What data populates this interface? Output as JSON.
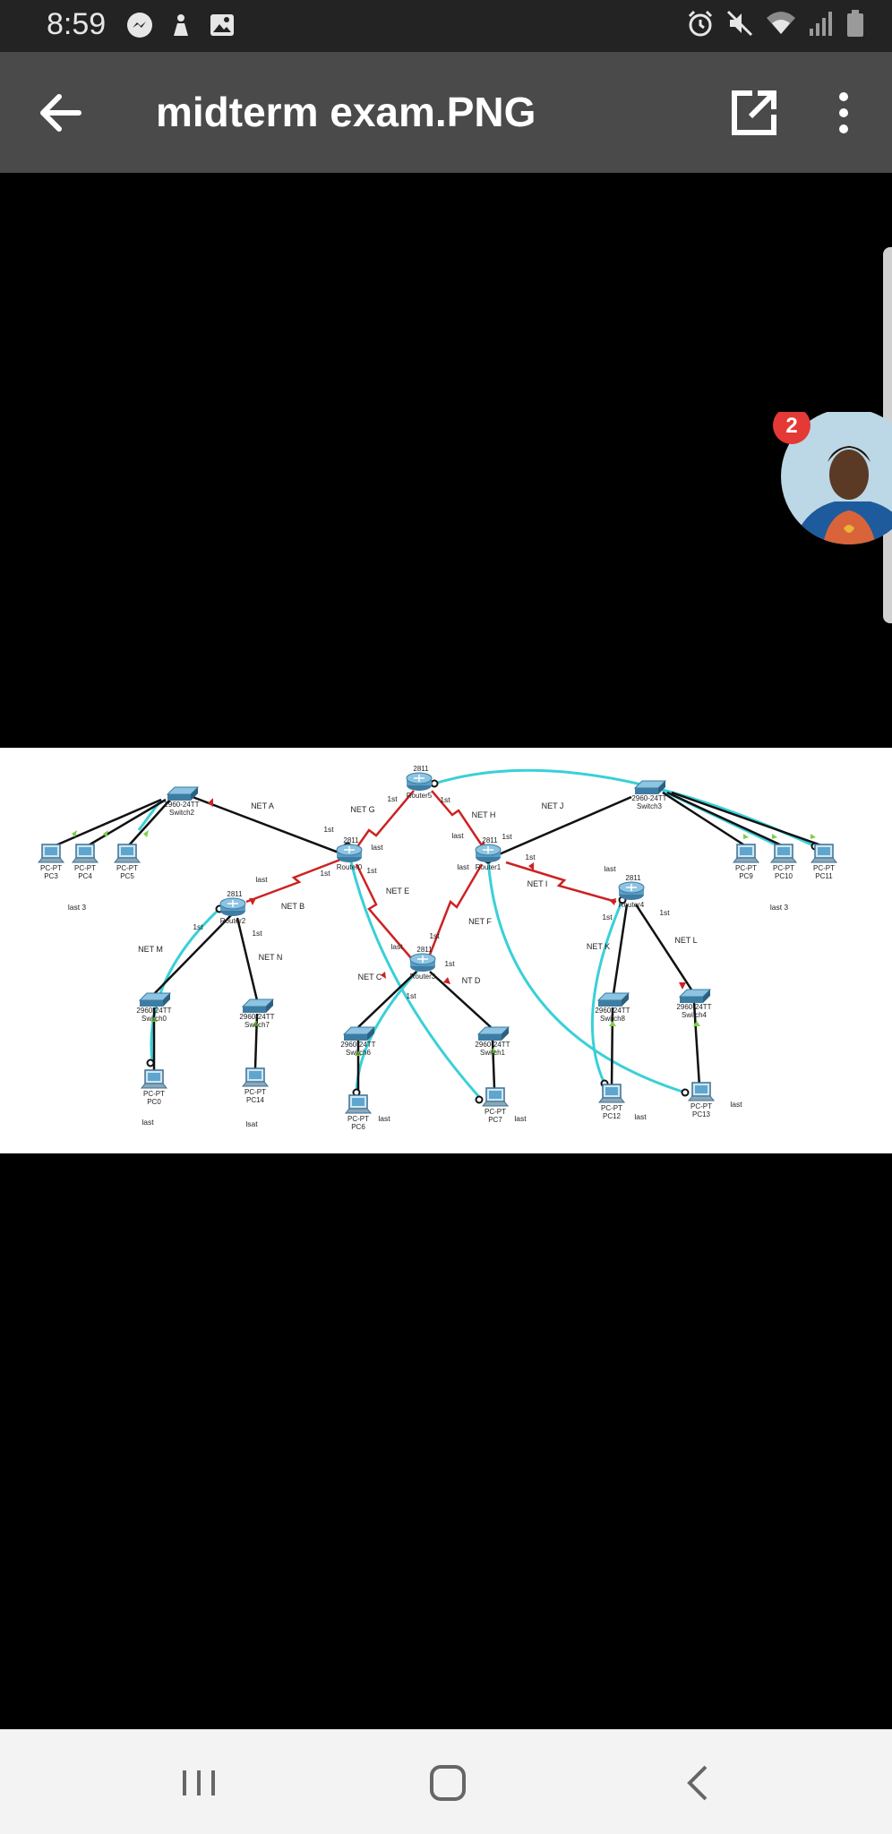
{
  "status_bar": {
    "time": "8:59",
    "left_icons": [
      "messenger-icon",
      "app-icon",
      "gallery-icon"
    ],
    "right_icons": [
      "alarm-icon",
      "mute-icon",
      "wifi-icon",
      "signal-icon",
      "battery-icon"
    ]
  },
  "app_bar": {
    "title": "midterm exam.PNG",
    "back_icon": "arrow-left-icon",
    "open_icon": "open-external-icon",
    "more_icon": "more-vert-icon"
  },
  "chat_head": {
    "badge": "2"
  },
  "diagram": {
    "devices": [
      {
        "id": "router5",
        "model": "2811",
        "name": "Router5"
      },
      {
        "id": "router0",
        "model": "2811",
        "name": "Router0"
      },
      {
        "id": "router1",
        "model": "2811",
        "name": "Router1"
      },
      {
        "id": "router2",
        "model": "2811",
        "name": "Router2"
      },
      {
        "id": "router3",
        "model": "2811",
        "name": "Router3"
      },
      {
        "id": "router4",
        "model": "2811",
        "name": "Router4"
      },
      {
        "id": "switch2",
        "model": "2960-24TT",
        "name": "Switch2"
      },
      {
        "id": "switch3",
        "model": "2960-24TT",
        "name": "Switch3"
      },
      {
        "id": "switch0",
        "model": "2960-24TT",
        "name": "Switch0"
      },
      {
        "id": "switch7",
        "model": "2960-24TT",
        "name": "Switch7"
      },
      {
        "id": "switch6",
        "model": "2960-24TT",
        "name": "Switch6"
      },
      {
        "id": "switch1",
        "model": "2960-24TT",
        "name": "Switch1"
      },
      {
        "id": "switch8",
        "model": "2960-24TT",
        "name": "Switch8"
      },
      {
        "id": "switch4",
        "model": "2960-24TT",
        "name": "Switch4"
      },
      {
        "id": "pc3",
        "model": "PC-PT",
        "name": "PC3"
      },
      {
        "id": "pc4",
        "model": "PC-PT",
        "name": "PC4"
      },
      {
        "id": "pc5",
        "model": "PC-PT",
        "name": "PC5"
      },
      {
        "id": "pc9",
        "model": "PC-PT",
        "name": "PC9"
      },
      {
        "id": "pc10",
        "model": "PC-PT",
        "name": "PC10"
      },
      {
        "id": "pc11",
        "model": "PC-PT",
        "name": "PC11"
      },
      {
        "id": "pc0",
        "model": "PC-PT",
        "name": "PC0"
      },
      {
        "id": "pc14",
        "model": "PC-PT",
        "name": "PC14"
      },
      {
        "id": "pc6",
        "model": "PC-PT",
        "name": "PC6"
      },
      {
        "id": "pc7",
        "model": "PC-PT",
        "name": "PC7"
      },
      {
        "id": "pc12",
        "model": "PC-PT",
        "name": "PC12"
      },
      {
        "id": "pc13",
        "model": "PC-PT",
        "name": "PC13"
      }
    ],
    "network_labels": [
      "NET A",
      "NET G",
      "NET H",
      "NET J",
      "NET B",
      "NET E",
      "NET F",
      "NET I",
      "NET M",
      "NET N",
      "NET C",
      "NT D",
      "NET K",
      "NET L"
    ],
    "address_labels": {
      "first": "1st",
      "last": "last",
      "last3": "last 3",
      "lsat": "lsat"
    }
  },
  "nav_bar": {
    "recents_icon": "recents-icon",
    "home_icon": "home-icon",
    "back_icon": "nav-back-icon"
  },
  "colors": {
    "status_bar_bg": "#232323",
    "app_bar_bg": "#4a4a4a",
    "badge_red": "#e53935",
    "serial_link": "#cc2222",
    "console_link": "#39d0d8",
    "ethernet_link": "#111111"
  }
}
